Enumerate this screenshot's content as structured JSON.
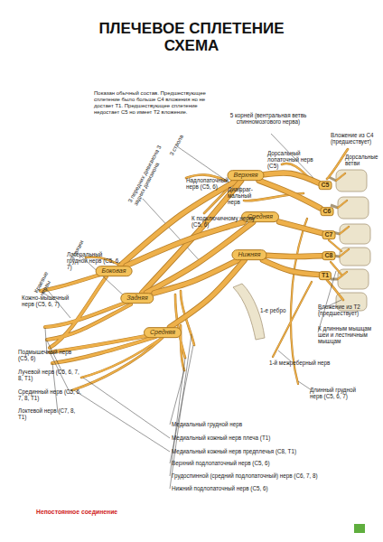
{
  "diagram": {
    "title": "ПЛЕЧЕВОЕ СПЛЕТЕНИЕ СХЕМА",
    "nodes": [
      {
        "text": [
          "C5"
        ]
      },
      {
        "text": [
          "C6"
        ]
      },
      {
        "text": [
          "C7"
        ]
      },
      {
        "text": [
          "C8"
        ]
      },
      {
        "text": [
          "T1"
        ]
      },
      {
        "text": [
          "Верхняя"
        ]
      },
      {
        "text": [
          "Средняя"
        ]
      },
      {
        "text": [
          "Нижняя"
        ]
      },
      {
        "text": [
          "Боковая"
        ]
      },
      {
        "text": [
          "Задняя"
        ]
      },
      {
        "text": [
          "Средняя"
        ]
      }
    ],
    "edges": [
      {
        "from": 0,
        "to": 5,
        "arrow": "none"
      },
      {
        "from": 1,
        "to": 5,
        "arrow": "none"
      },
      {
        "from": 2,
        "to": 6,
        "arrow": "none"
      },
      {
        "from": 3,
        "to": 7,
        "arrow": "none"
      },
      {
        "from": 4,
        "to": 7,
        "arrow": "none"
      },
      {
        "from": 5,
        "to": 8,
        "arrow": "none"
      },
      {
        "from": 5,
        "to": 9,
        "arrow": "none"
      },
      {
        "from": 6,
        "to": 8,
        "arrow": "none"
      },
      {
        "from": 6,
        "to": 9,
        "arrow": "none"
      },
      {
        "from": 7,
        "to": 9,
        "arrow": "none"
      },
      {
        "from": 7,
        "to": 10,
        "arrow": "none"
      }
    ],
    "labels": [
      "Показан обычный состав. Предшествующее сплетение было больше С4 вложения но не достает Т1. Предшествующее сплетение недостает С5 но имеет Т2 вложение.",
      "5 корней (вентральная ветвь спинномозгового нерва)",
      "3 ствола",
      "3 передних дивизиона 3 задних дивизиона",
      "3 связки",
      "Краевые нервы",
      "Вложение из С4 (предшествует)",
      "Дорсальные ветви",
      "Дорсальный лопаточный нерв (С5)",
      "Диафраг-мальный нерв",
      "Надлопаточный нерв (С5, 6)",
      "К подключичному нерву (С5, 6)",
      "Латеральный грудной нерв (С5, 6, 7)",
      "Кожно-мышечный нерв (С5, 6, 7)",
      "Подмышечный нерв (С5, 6)",
      "Лучевой нерв (С5, 6, 7, 8, Т1)",
      "Срединный нерв (С5, 6, 7, 8, Т1)",
      "Локтевой нерв (С7, 8, Т1)",
      "1-е ребро",
      "Вложение из Т2 (предшествует)",
      "К длинным мышцам шеи и лестничным мышцам",
      "1-й межреберный нерв",
      "Длинный грудной нерв (С5, 6, 7)",
      "Медиальный грудной нерв",
      "Медиальный кожный нерв плеча (Т1)",
      "Медиальный кожный нерв предплечья (С8, Т1)",
      "Верхний подлопаточный нерв (С5, 6)",
      "Грудоспинной (средний подлопаточный) нерв (С6, 7, 8)",
      "Нижний подлопаточный нерв (С5, 6)",
      "Непостоянное соединение"
    ]
  }
}
